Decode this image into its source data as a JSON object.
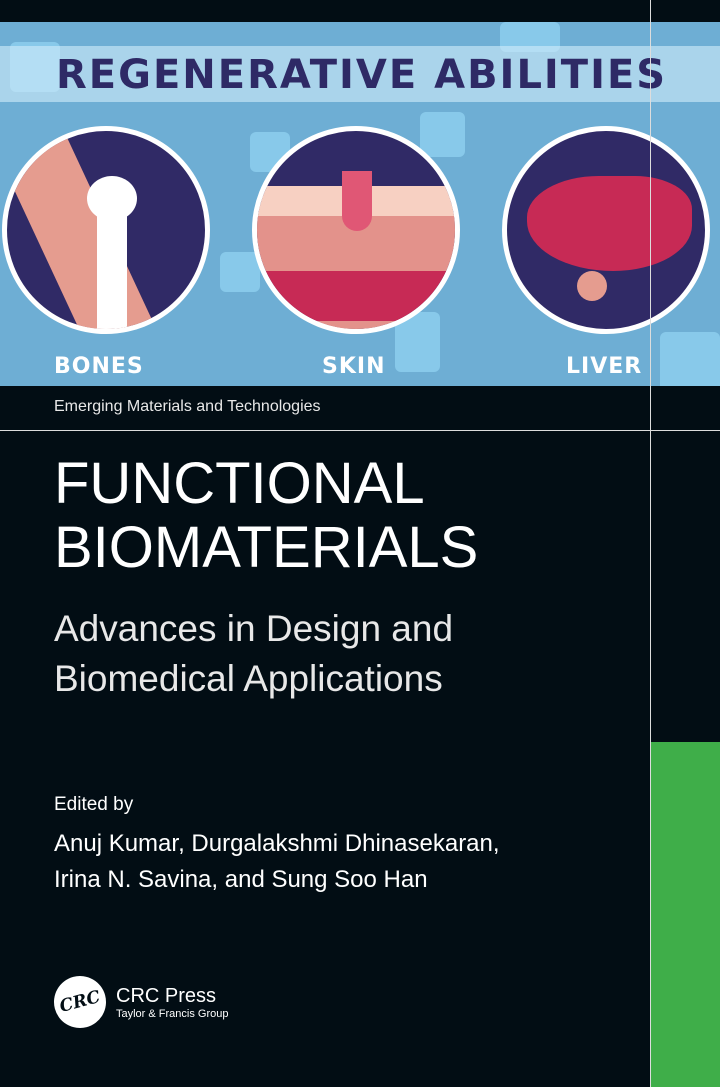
{
  "banner": {
    "heading": "REGENERATIVE ABILITIES",
    "labels": [
      "BONES",
      "SKIN",
      "LIVER"
    ]
  },
  "series": "Emerging Materials and Technologies",
  "title_lines": [
    "FUNCTIONAL",
    "BIOMATERIALS"
  ],
  "subtitle_lines": [
    "Advances in Design and",
    "Biomedical Applications"
  ],
  "edited_by": "Edited by",
  "editors_lines": [
    "Anuj Kumar, Durgalakshmi Dhinasekaran,",
    "Irina N. Savina, and Sung Soo Han"
  ],
  "publisher": {
    "logo": "CRC",
    "name": "CRC Press",
    "group": "Taylor & Francis Group"
  },
  "colors": {
    "band": "#6eaed4",
    "accent": "#3fae49",
    "background": "#020d14"
  }
}
